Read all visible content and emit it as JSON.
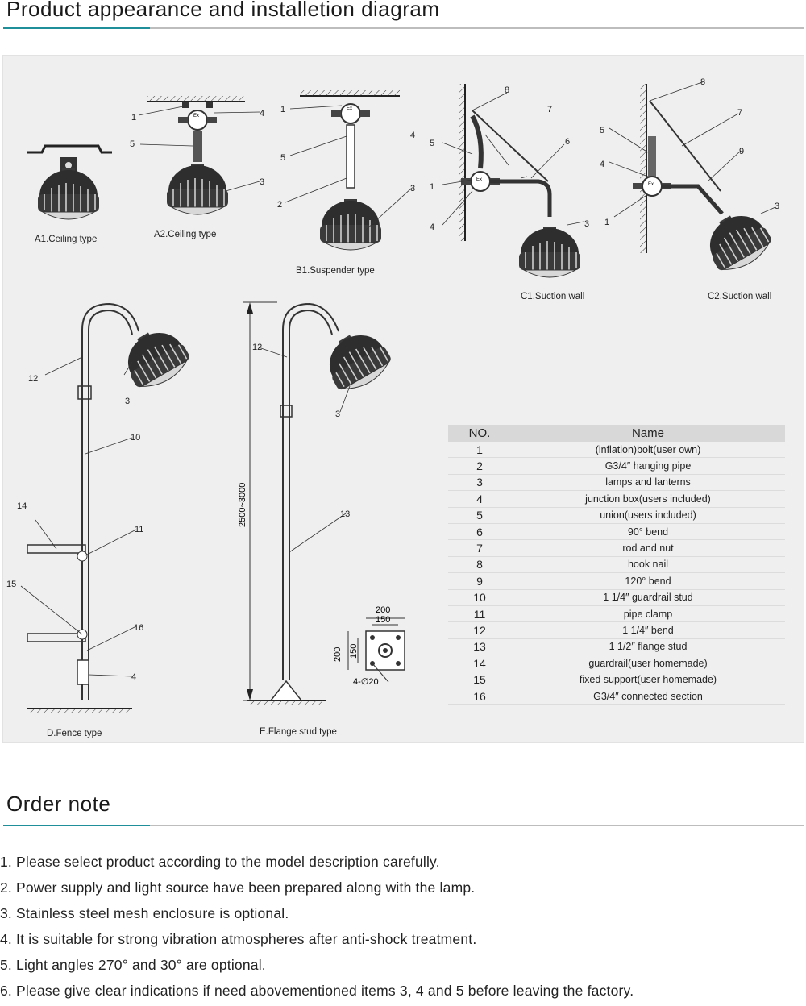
{
  "section1": {
    "title": "Product appearance and installetion diagram"
  },
  "diagram": {
    "captions": {
      "a1": "A1.Ceiling type",
      "a2": "A2.Ceiling type",
      "b1": "B1.Suspender type",
      "c1": "C1.Suction wall",
      "c2": "C2.Suction wall",
      "d": "D.Fence type",
      "e": "E.Flange stud type"
    },
    "ex_mark": "Ex",
    "dims": {
      "height": "2500~3000",
      "w200": "200",
      "w150": "150",
      "h200": "200",
      "h150": "150",
      "holes": "4-∅20"
    },
    "callouts": [
      "1",
      "2",
      "3",
      "4",
      "5",
      "6",
      "7",
      "8",
      "9",
      "10",
      "11",
      "12",
      "13",
      "14",
      "15",
      "16"
    ]
  },
  "parts_table": {
    "headers": {
      "no": "NO.",
      "name": "Name"
    },
    "rows": [
      {
        "no": "1",
        "name": "(inflation)bolt(user own)"
      },
      {
        "no": "2",
        "name": "G3/4″ hanging pipe"
      },
      {
        "no": "3",
        "name": "lamps and lanterns"
      },
      {
        "no": "4",
        "name": "junction box(users included)"
      },
      {
        "no": "5",
        "name": "union(users included)"
      },
      {
        "no": "6",
        "name": "90° bend"
      },
      {
        "no": "7",
        "name": "rod and nut"
      },
      {
        "no": "8",
        "name": "hook nail"
      },
      {
        "no": "9",
        "name": "120° bend"
      },
      {
        "no": "10",
        "name": "1 1/4″ guardrail stud"
      },
      {
        "no": "11",
        "name": "pipe clamp"
      },
      {
        "no": "12",
        "name": "1 1/4″ bend"
      },
      {
        "no": "13",
        "name": "1 1/2″ flange stud"
      },
      {
        "no": "14",
        "name": "guardrail(user homemade)"
      },
      {
        "no": "15",
        "name": "fixed support(user homemade)"
      },
      {
        "no": "16",
        "name": "G3/4″ connected section"
      }
    ]
  },
  "section2": {
    "title": "Order note"
  },
  "notes": [
    "1. Please select product according to the model description carefully.",
    "2. Power supply and light source have been prepared along with the lamp.",
    "3. Stainless steel mesh enclosure is optional.",
    "4. It is suitable for strong vibration atmospheres after anti-shock treatment.",
    "5. Light angles 270° and 30° are optional.",
    "6. Please give clear indications if need abovementioned items 3, 4 and 5 before leaving the factory."
  ],
  "colors": {
    "accent": "#1f8f9a",
    "rule": "#bdbdbd",
    "panel": "#efefef",
    "table_header": "#d8d8d8"
  }
}
